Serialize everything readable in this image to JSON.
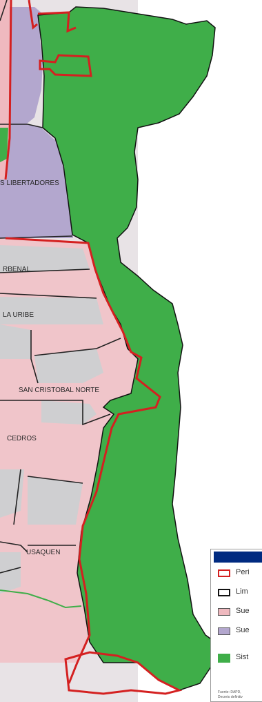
{
  "colors": {
    "green": "#3fae49",
    "pink": "#efb9bf",
    "pink_light": "#f4cdd1",
    "grey": "#cfcfd1",
    "lavender": "#b3a7ce",
    "red": "#d42020",
    "black": "#111111",
    "legend_header": "#002a80"
  },
  "map": {
    "labels": [
      {
        "id": "libertadores",
        "text": "S LIBERTADORES"
      },
      {
        "id": "verbenal",
        "text": "RBENAL"
      },
      {
        "id": "uribe",
        "text": "LA URIBE"
      },
      {
        "id": "san-cristobal",
        "text": "SAN CRISTOBAL NORTE"
      },
      {
        "id": "cedros",
        "text": "CEDROS"
      },
      {
        "id": "usaquen",
        "text": "USAQUEN"
      }
    ]
  },
  "legend": {
    "items": [
      {
        "text": "Peri",
        "swatch": "outline-red"
      },
      {
        "text": "Lim",
        "swatch": "outline-black"
      },
      {
        "text": "Sue",
        "swatch": "fill-pink"
      },
      {
        "text": "Sue",
        "swatch": "fill-lavender"
      },
      {
        "text": "Sist",
        "swatch": "fill-green"
      }
    ],
    "footnote_1": "Fuente: DAPD,",
    "footnote_2": "Decreto definitiv"
  }
}
